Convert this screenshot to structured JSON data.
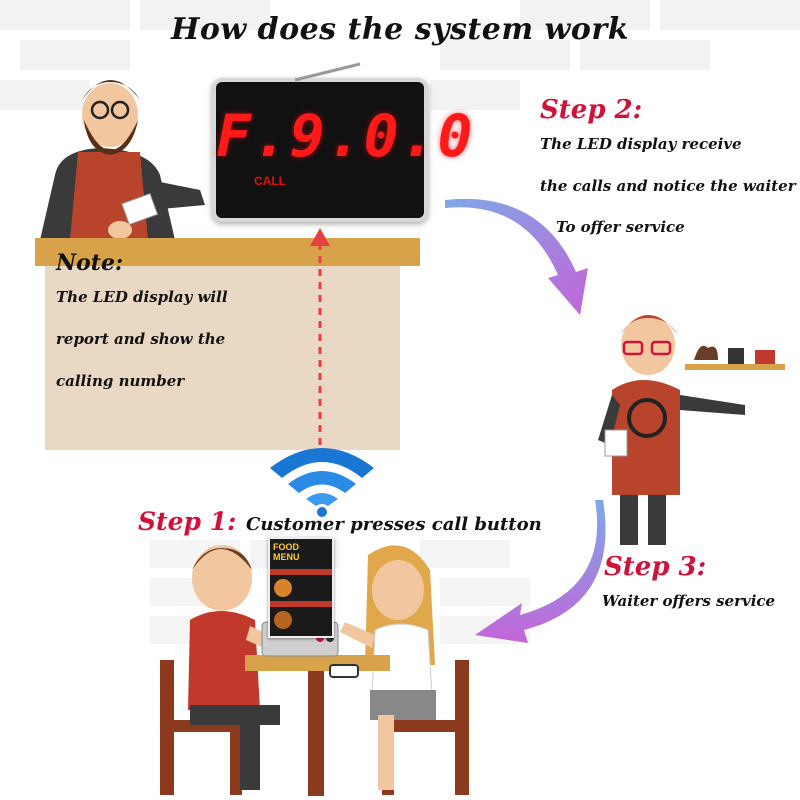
{
  "title": "How does the system work",
  "led_display": {
    "number": "F.9.0.0",
    "call_label": "CALL"
  },
  "note": {
    "heading": "Note:",
    "lines": [
      "The LED display will",
      "report and show the",
      "calling number"
    ]
  },
  "step1": {
    "label": "Step 1:",
    "text": "Customer presses call button"
  },
  "step2": {
    "label": "Step 2:",
    "lines": [
      "The LED display receive",
      "the  calls and notice the waiter",
      "To offer service"
    ]
  },
  "step3": {
    "label": "Step 3:",
    "text": "Waiter offers service"
  },
  "menu": {
    "title_line1": "FOOD",
    "title_line2": "MENU"
  },
  "colors": {
    "accent_red": "#d0123a",
    "wifi_blue": "#1976d2",
    "counter_wood": "#d8a24a",
    "arrow_purple": "#9b59d6"
  }
}
